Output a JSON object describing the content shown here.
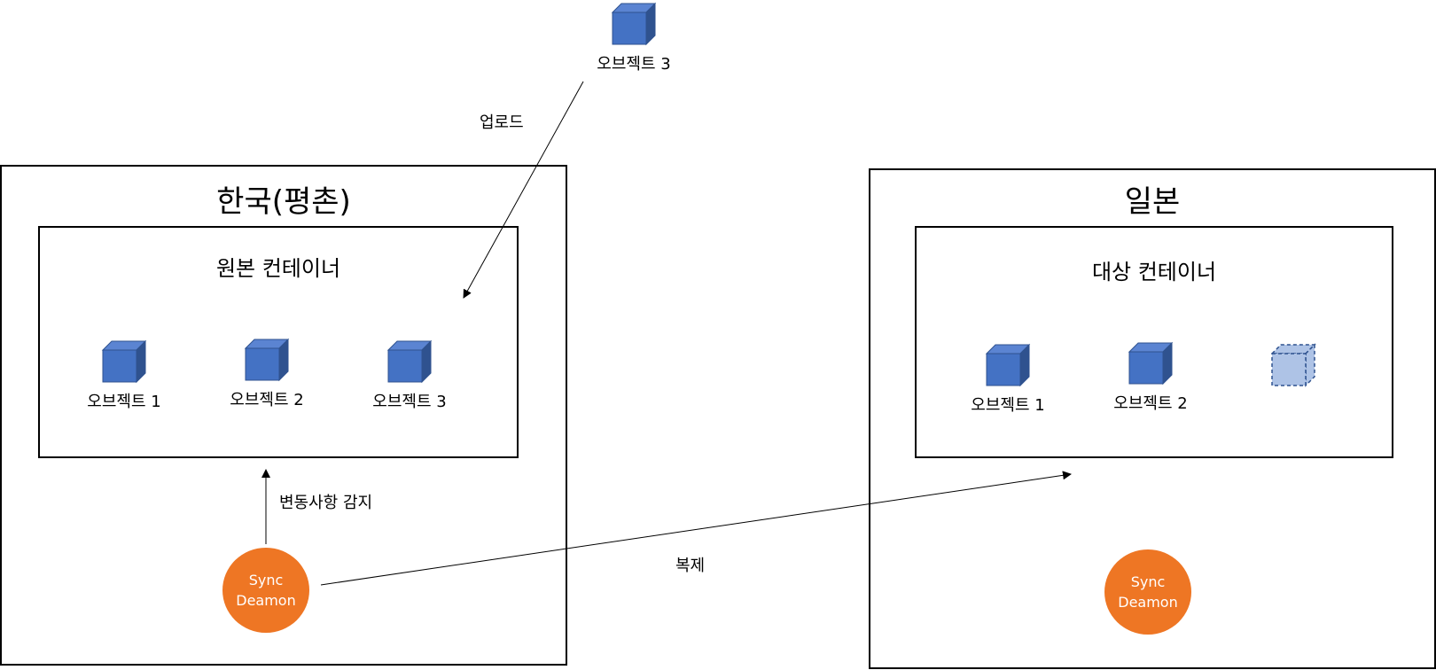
{
  "colors": {
    "cube_front": "#4472c4",
    "cube_top": "#5b84d2",
    "cube_side": "#2f528f",
    "ghost_cube": "#aec3e6",
    "daemon": "#ee7624"
  },
  "upload_object": {
    "label": "오브젝트 3",
    "icon": "cube-icon"
  },
  "edges": {
    "upload_label": "업로드",
    "detect_label": "변동사항 감지",
    "replicate_label": "복제"
  },
  "korea": {
    "title": "한국(평촌)",
    "container": {
      "title": "원본 컨테이너",
      "objects": [
        {
          "label": "오브젝트 1",
          "icon": "cube-icon"
        },
        {
          "label": "오브젝트 2",
          "icon": "cube-icon"
        },
        {
          "label": "오브젝트 3",
          "icon": "cube-icon"
        }
      ]
    },
    "daemon": {
      "line1": "Sync",
      "line2": "Deamon"
    }
  },
  "japan": {
    "title": "일본",
    "container": {
      "title": "대상 컨테이너",
      "objects": [
        {
          "label": "오브젝트 1",
          "icon": "cube-icon"
        },
        {
          "label": "오브젝트 2",
          "icon": "cube-icon"
        }
      ],
      "pending_object": {
        "icon": "dashed-cube-icon"
      }
    },
    "daemon": {
      "line1": "Sync",
      "line2": "Deamon"
    }
  }
}
